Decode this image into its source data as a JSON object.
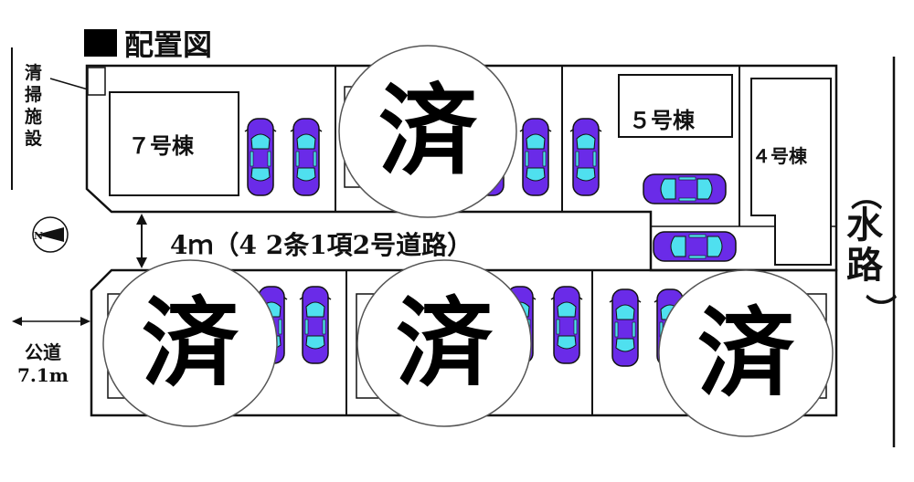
{
  "title": "配置図",
  "labels": {
    "cleaning_facility": [
      "清",
      "掃",
      "施",
      "設"
    ],
    "building_7": "７号棟",
    "building_5": "５号棟",
    "building_4": "４号棟",
    "road_label": "4ｍ（4 2条1項2号道路）",
    "public_road_line1": "公道",
    "public_road_line2": "7.1m",
    "waterway": [
      "（",
      "水",
      "路",
      "）"
    ],
    "compass_letter": "N"
  },
  "sold_mark": "済",
  "sold_lots": [
    "lot-upper-2",
    "lot-lower-1",
    "lot-lower-2",
    "lot-lower-3"
  ],
  "colors": {
    "car_body": "#6a2be8",
    "car_window": "#4fe0ef",
    "outline": "#111111",
    "sold_circle_fill": "#ffffff"
  }
}
